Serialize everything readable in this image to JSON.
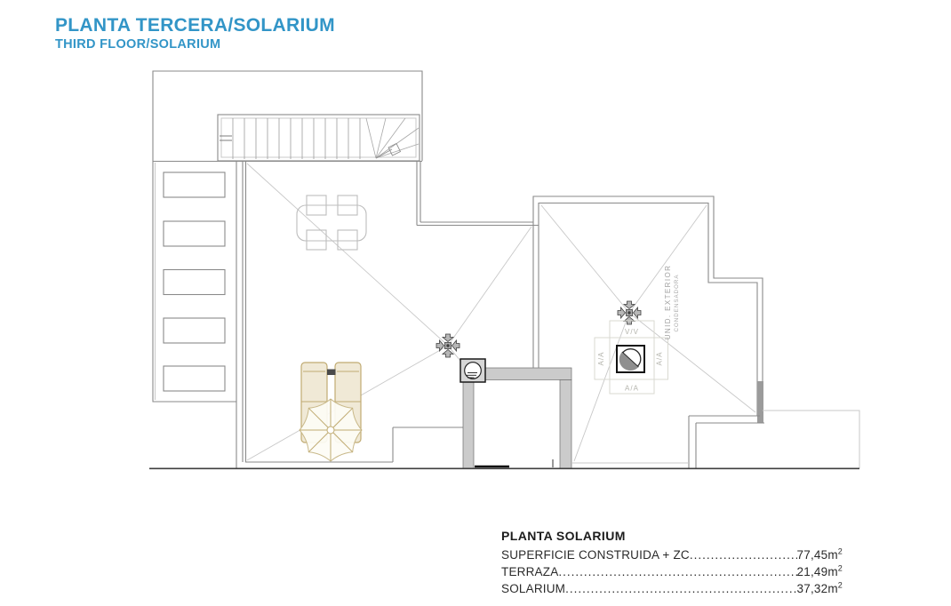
{
  "header": {
    "title": "PLANTA TERCERA/SOLARIUM",
    "subtitle": "THIRD FLOOR/SOLARIUM",
    "accent_color": "#3295c7"
  },
  "plan": {
    "labels": {
      "vent": "V/V",
      "air_left": "A/A",
      "air_right": "A/A",
      "air_bottom": "A/A",
      "unit_line1": "UNID. EXTERIOR",
      "unit_line2": "CONDENSADORA"
    }
  },
  "legend": {
    "title": "PLANTA SOLARIUM",
    "rows": [
      {
        "label": "SUPERFICIE CONSTRUIDA + ZC",
        "value": "77,45m",
        "sup": "2"
      },
      {
        "label": "TERRAZA",
        "value": "21,49m",
        "sup": "2"
      },
      {
        "label": "SOLARIUM",
        "value": "37,32m",
        "sup": "2"
      }
    ]
  }
}
